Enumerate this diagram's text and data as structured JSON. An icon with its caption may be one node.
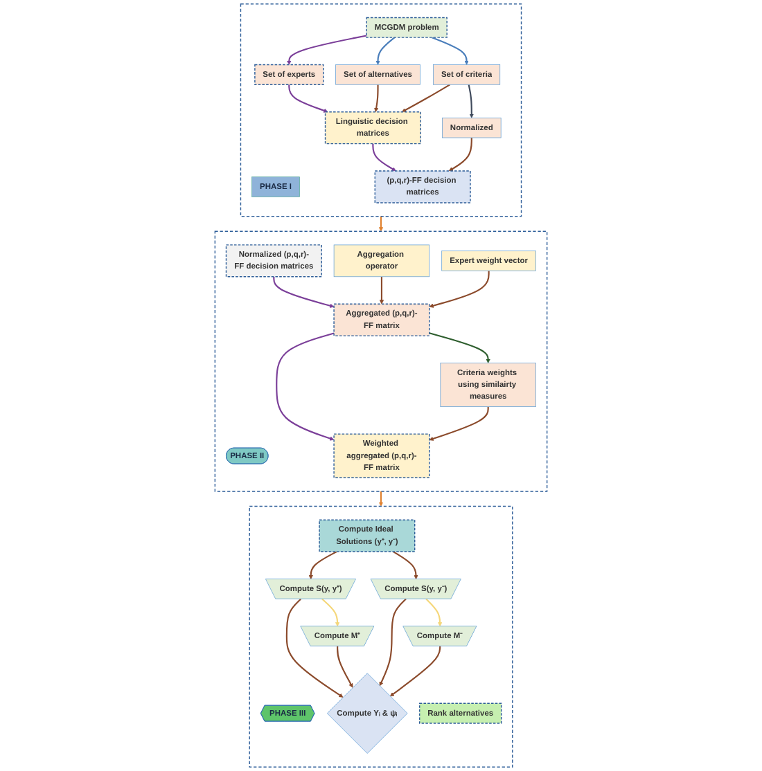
{
  "diagram": {
    "nodes": [
      {
        "text": [],
        "shape": "box"
      },
      {
        "text": [
          "PHASE I"
        ],
        "in": 0
      },
      {
        "text": [
          "MCGDM problem"
        ],
        "in": 0
      },
      {
        "text": [
          "Set of experts"
        ],
        "in": 0
      },
      {
        "text": [
          "Set of alternatives"
        ],
        "in": 0
      },
      {
        "text": [
          "Linguistic decision matrices"
        ],
        "in": 0
      },
      {
        "text": [
          "Set of criteria"
        ],
        "in": 0
      },
      {
        "text": [
          "(p,q,r)-FF decision matrices"
        ],
        "in": 0
      },
      {
        "text": [
          "Normalized"
        ],
        "in": 0
      },
      {
        "text": [],
        "shape": "box"
      },
      {
        "text": [
          "PHASE II"
        ],
        "in": 9
      },
      {
        "text": [
          "Normalized (p,q,r)-FF decision matrices"
        ],
        "in": 9
      },
      {
        "text": [
          "Aggregation operator"
        ],
        "in": 9
      },
      {
        "text": [
          "Expert weight vector"
        ],
        "in": 9
      },
      {
        "text": [
          "Aggregated (p,q,r)-FF matrix"
        ],
        "in": 9
      },
      {
        "text": [
          "Criteria weights using similairty measures"
        ],
        "in": 9
      },
      {
        "text": [
          "Weighted aggregated (p,q,r)-FF matrix"
        ],
        "in": 9
      },
      {
        "text": [],
        "shape": "box"
      },
      {
        "text": [
          "PHASE III"
        ],
        "in": 17
      },
      {
        "text": [
          "Compute Ideal Solutions (y⁺, y⁻)"
        ],
        "in": 17
      },
      {
        "text": [
          "Compute S(y, y⁺)"
        ],
        "in": 17
      },
      {
        "text": [
          "Compute S(y, y⁻)"
        ],
        "in": 17
      },
      {
        "text": [
          "Compute Υᵢ & ψᵢ"
        ],
        "in": 17
      },
      {
        "text": [
          "Compute M⁺"
        ],
        "in": 17
      },
      {
        "text": [
          "Compute M⁻"
        ],
        "in": 17
      },
      {
        "text": [
          "Rank alternatives"
        ],
        "in": 17
      }
    ],
    "edges": [
      {
        "from": 2,
        "to": 4,
        "arrow": "to",
        "color": "#4a7ebb"
      },
      {
        "from": 2,
        "to": 6,
        "arrow": "to",
        "color": "#4a7ebb"
      },
      {
        "from": 2,
        "to": 3,
        "arrow": "to",
        "color": "#7b3f99"
      },
      {
        "from": 3,
        "to": 5,
        "arrow": "to",
        "color": "#7b3f99"
      },
      {
        "from": 4,
        "to": 5,
        "arrow": "to"
      },
      {
        "from": 6,
        "to": 5,
        "arrow": "to"
      },
      {
        "from": 5,
        "to": 7,
        "arrow": "to",
        "color": "#7b3f99"
      },
      {
        "from": 6,
        "to": 8,
        "arrow": "to",
        "color": "#3f4a5c"
      },
      {
        "from": 8,
        "to": 7,
        "arrow": "to"
      },
      {
        "from": 0,
        "to": 9,
        "arrow": "to",
        "color": "#e0812e"
      },
      {
        "from": 11,
        "to": 14,
        "arrow": "to",
        "color": "#7b3f99"
      },
      {
        "from": 12,
        "to": 14,
        "arrow": "to"
      },
      {
        "from": 13,
        "to": 14,
        "arrow": "to"
      },
      {
        "from": 14,
        "to": 15,
        "arrow": "to",
        "color": "#2e5e2e"
      },
      {
        "from": 14,
        "to": 16,
        "arrow": "to",
        "color": "#7b3f99"
      },
      {
        "from": 15,
        "to": 16,
        "arrow": "to"
      },
      {
        "from": 9,
        "to": 17,
        "arrow": "to",
        "color": "#e0812e"
      },
      {
        "from": 19,
        "to": 20,
        "arrow": "to"
      },
      {
        "from": 19,
        "to": 21,
        "arrow": "to"
      },
      {
        "from": 20,
        "to": 22,
        "arrow": "to"
      },
      {
        "from": 20,
        "to": 23,
        "arrow": "to",
        "color": "#f5d77a"
      },
      {
        "from": 21,
        "to": 22,
        "arrow": "to"
      },
      {
        "from": 21,
        "to": 24,
        "arrow": "to",
        "color": "#f5d77a"
      },
      {
        "from": 23,
        "to": 22,
        "arrow": "to"
      },
      {
        "from": 24,
        "to": 22,
        "arrow": "to"
      }
    ]
  }
}
